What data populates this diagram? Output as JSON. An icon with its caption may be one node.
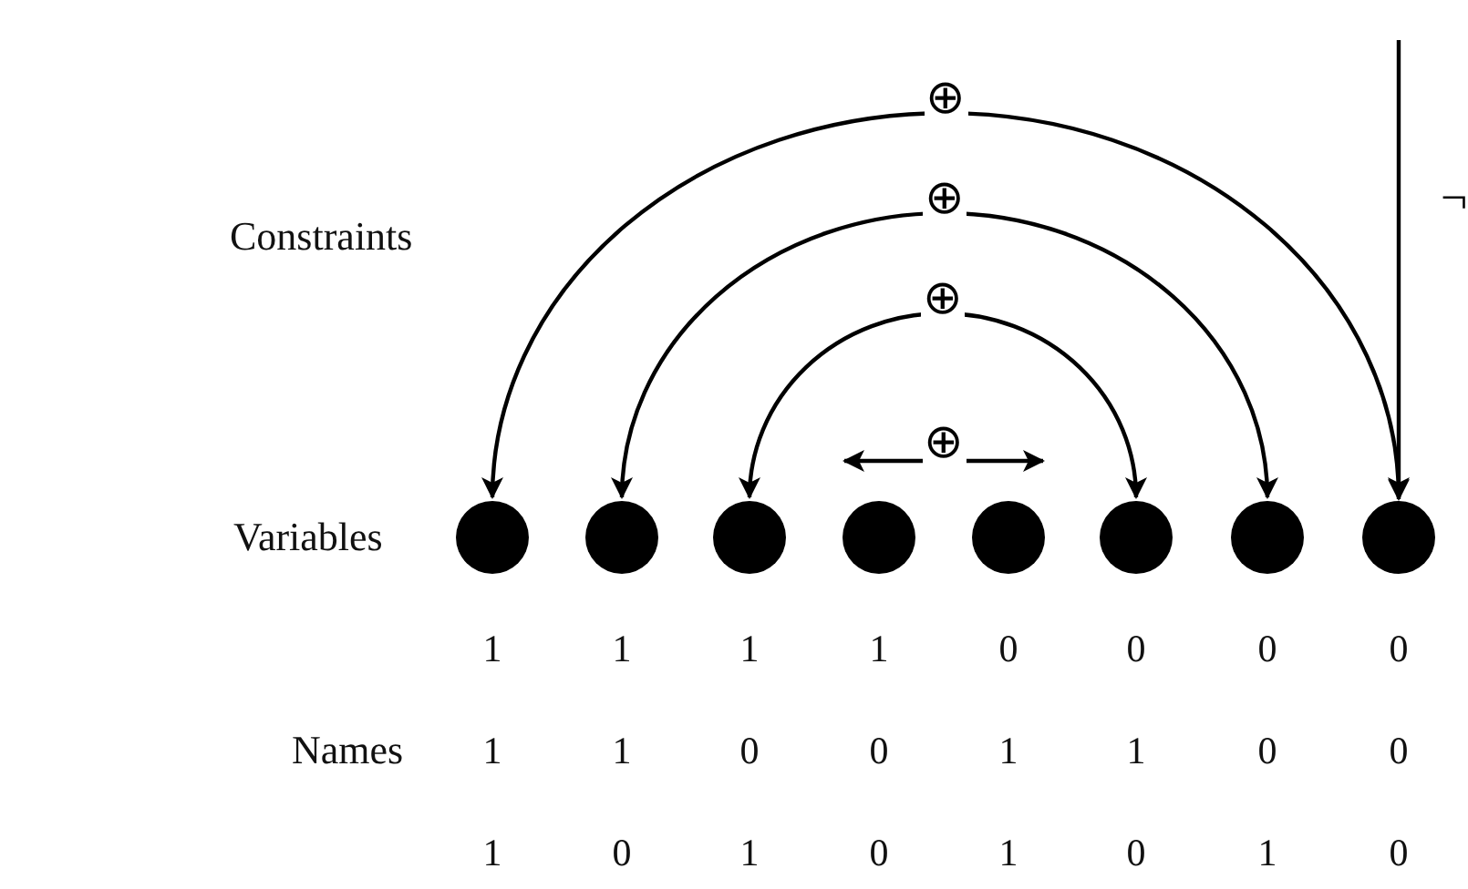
{
  "diagram": {
    "nodes": [
      {
        "text": [],
        "shape": "circle"
      },
      {
        "text": [],
        "shape": "circle"
      },
      {
        "text": [],
        "shape": "circle"
      },
      {
        "text": [],
        "shape": "circle"
      },
      {
        "text": [],
        "shape": "circle"
      },
      {
        "text": [],
        "shape": "circle"
      },
      {
        "text": [],
        "shape": "circle"
      },
      {
        "text": [],
        "shape": "circle"
      }
    ],
    "edges": [
      {
        "from": 0,
        "to": 7,
        "arrow": "both",
        "label": "⊕"
      },
      {
        "from": 1,
        "to": 6,
        "arrow": "both",
        "label": "⊕"
      },
      {
        "from": 2,
        "to": 5,
        "arrow": "both",
        "label": "⊕"
      },
      {
        "from": 3,
        "to": 4,
        "arrow": "both",
        "label": "⊕"
      },
      {
        "from": null,
        "to": 7,
        "arrow": "to",
        "label": "¬"
      }
    ],
    "labels": [
      "Constraints",
      "Variables",
      "1",
      "1",
      "1",
      "1",
      "0",
      "0",
      "0",
      "0",
      "Names",
      "1",
      "1",
      "0",
      "0",
      "1",
      "1",
      "0",
      "0",
      "1",
      "0",
      "1",
      "0",
      "1",
      "0",
      "1",
      "0"
    ]
  }
}
